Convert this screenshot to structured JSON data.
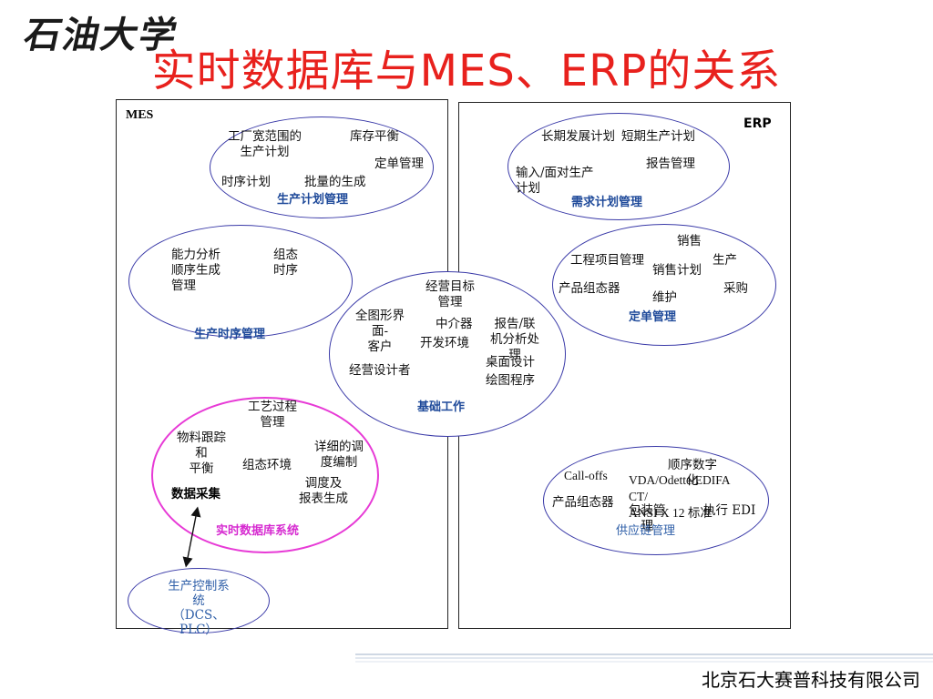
{
  "logo": "石油大学",
  "title": "实时数据库与MES、ERP的关系",
  "mes": {
    "label": "MES",
    "planning": {
      "items": [
        "工厂宽范围的\n生产计划",
        "库存平衡",
        "定单管理",
        "时序计划",
        "批量的生成"
      ],
      "caption": "生产计划管理"
    },
    "scheduling": {
      "items": [
        "能力分析\n顺序生成\n管理",
        "组态\n时序"
      ],
      "caption": "生产时序管理"
    },
    "rtdb": {
      "items": [
        "工艺过程\n管理",
        "物料跟踪\n和\n平衡",
        "数据采集",
        "组态环境",
        "详细的调\n度编制",
        "调度及\n报表生成"
      ],
      "caption": "实时数据库系统"
    },
    "control": {
      "text": "生产控制系\n统\n（DCS、\nPLC）"
    }
  },
  "erp": {
    "label": "ERP",
    "demand": {
      "items": [
        "长期发展计划",
        "短期生产计划",
        "报告管理",
        "输入/面对生产\n计划"
      ],
      "caption": "需求计划管理"
    },
    "order": {
      "items": [
        "销售",
        "工程项目管理",
        "生产",
        "销售计划",
        "产品组态器",
        "采购",
        "维护"
      ],
      "caption": "定单管理"
    },
    "supply": {
      "items": [
        "Call-offs",
        "顺序数字\n化",
        "VDA/Odette/EDIFA\nCT/\nANSI X 12 标准",
        "产品组态器",
        "包装管\n理",
        "执行 EDI"
      ],
      "caption": "供应链管理"
    }
  },
  "foundation": {
    "items": [
      "经营目标\n管理",
      "全图形界\n面-\n客户",
      "中介器",
      "报告/联\n机分析处\n理",
      "开发环境",
      "桌面设计",
      "经营设计者",
      "绘图程序"
    ],
    "caption": "基础工作"
  },
  "footer": "北京石大赛普科技有限公司"
}
